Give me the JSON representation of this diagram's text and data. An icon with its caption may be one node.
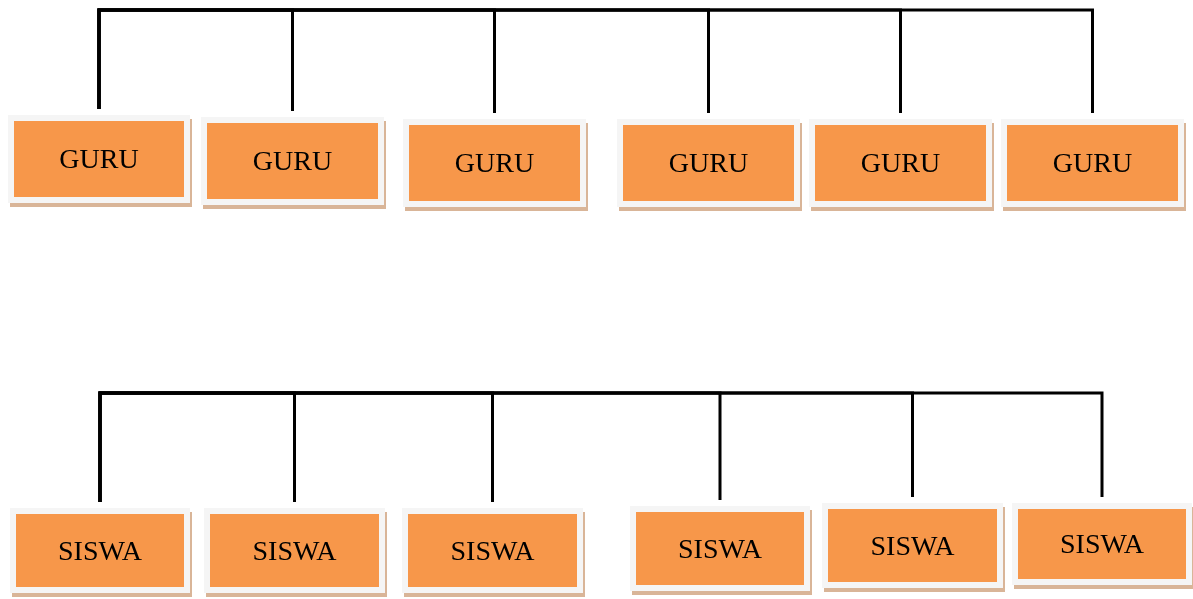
{
  "diagram": {
    "nodes": [
      {
        "text": [
          "GURU"
        ]
      },
      {
        "text": [
          "GURU"
        ]
      },
      {
        "text": [
          "GURU"
        ]
      },
      {
        "text": [
          "GURU"
        ]
      },
      {
        "text": [
          "GURU"
        ]
      },
      {
        "text": [
          "GURU"
        ]
      },
      {
        "text": [
          "SISWA"
        ]
      },
      {
        "text": [
          "SISWA"
        ]
      },
      {
        "text": [
          "SISWA"
        ]
      },
      {
        "text": [
          "SISWA"
        ]
      },
      {
        "text": [
          "SISWA"
        ]
      },
      {
        "text": [
          "SISWA"
        ]
      }
    ],
    "edges": [
      {
        "from": 0,
        "to": 1,
        "arrow": "none"
      },
      {
        "from": 0,
        "to": 2,
        "arrow": "none"
      },
      {
        "from": 0,
        "to": 3,
        "arrow": "none"
      },
      {
        "from": 0,
        "to": 4,
        "arrow": "none"
      },
      {
        "from": 0,
        "to": 5,
        "arrow": "none"
      },
      {
        "from": 6,
        "to": 7,
        "arrow": "none"
      },
      {
        "from": 6,
        "to": 8,
        "arrow": "none"
      },
      {
        "from": 6,
        "to": 9,
        "arrow": "none"
      },
      {
        "from": 6,
        "to": 10,
        "arrow": "none"
      },
      {
        "from": 6,
        "to": 11,
        "arrow": "none"
      }
    ]
  }
}
